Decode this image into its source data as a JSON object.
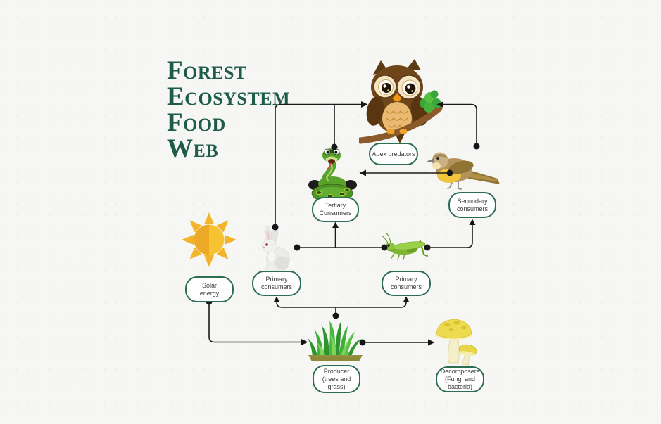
{
  "title": {
    "lines": [
      "Forest",
      "Ecosystem",
      "Food",
      "Web"
    ]
  },
  "nodes": {
    "apex": {
      "label": "Apex predators",
      "organism": "owl"
    },
    "tertiary": {
      "label": "Tertiary\nConsumers",
      "organism": "snake"
    },
    "secondary": {
      "label": "Secondary\nconsumers",
      "organism": "bird"
    },
    "primaryLeft": {
      "label": "Primary\nconsumers",
      "organism": "rabbit"
    },
    "primaryRight": {
      "label": "Primary\nconsumers",
      "organism": "grasshopper"
    },
    "solar": {
      "label": "Solar\nenergy",
      "organism": "sun"
    },
    "producer": {
      "label": "Producer\n(trees and\ngrass)",
      "organism": "grass"
    },
    "decomposers": {
      "label": "Decomposers\n(Fungi and\nbacteria)",
      "organism": "mushrooms"
    }
  },
  "edges": [
    {
      "from": "rabbit",
      "to": "owl"
    },
    {
      "from": "snake",
      "to": "owl"
    },
    {
      "from": "bird",
      "to": "owl"
    },
    {
      "from": "bird",
      "to": "snake"
    },
    {
      "from": "rabbit",
      "to": "tertiary-consumers"
    },
    {
      "from": "grasshopper",
      "to": "tertiary-consumers"
    },
    {
      "from": "grasshopper",
      "to": "secondary-consumers"
    },
    {
      "from": "solar-energy",
      "to": "producer"
    },
    {
      "from": "producer",
      "to": "primary-consumers-left"
    },
    {
      "from": "producer",
      "to": "primary-consumers-right"
    },
    {
      "from": "producer",
      "to": "decomposers"
    }
  ],
  "colors": {
    "title": "#1e5b49",
    "box_border": "#2d6e53",
    "box_text": "#3b3b3b",
    "line": "#1b1b1b",
    "background": "#f6f6f4"
  }
}
